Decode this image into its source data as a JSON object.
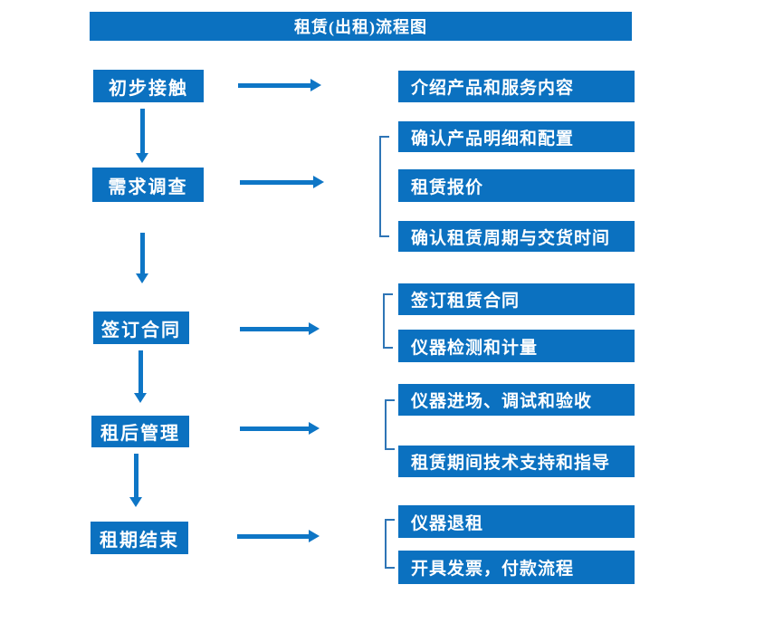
{
  "title": "租赁(出租)流程图",
  "colors": {
    "box_blue": "#0b71c0",
    "arrow_blue": "#0e76c6",
    "bracket_blue": "#2e75b6",
    "text_white": "#ffffff",
    "background": "#ffffff"
  },
  "flow": {
    "steps": [
      {
        "label": "初步接触",
        "details": [
          "介绍产品和服务内容"
        ]
      },
      {
        "label": "需求调查",
        "details": [
          "确认产品明细和配置",
          "租赁报价",
          "确认租赁周期与交货时间"
        ]
      },
      {
        "label": "签订合同",
        "details": [
          "签订租赁合同",
          "仪器检测和计量"
        ]
      },
      {
        "label": "租后管理",
        "details": [
          "仪器进场、调试和验收",
          "租赁期间技术支持和指导"
        ]
      },
      {
        "label": "租期结束",
        "details": [
          "仪器退租",
          "开具发票，付款流程"
        ]
      }
    ]
  }
}
